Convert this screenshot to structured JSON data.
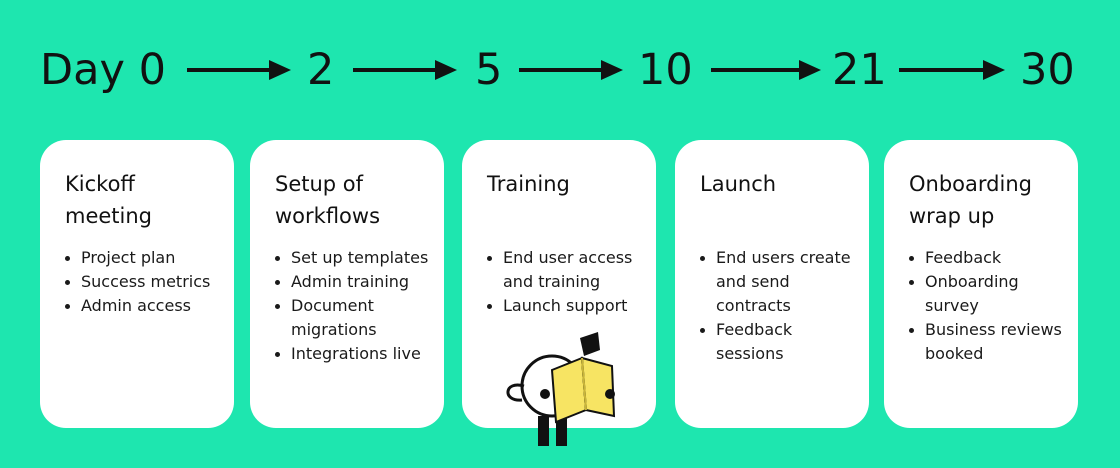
{
  "timeline": {
    "labels": [
      "Day 0",
      "2",
      "5",
      "10",
      "21",
      "30"
    ]
  },
  "cards": [
    {
      "title_line1": "Kickoff",
      "title_line2": "meeting",
      "items": [
        "Project plan",
        "Success metrics",
        "Admin access"
      ]
    },
    {
      "title_line1": "Setup of",
      "title_line2": "workflows",
      "items": [
        "Set up templates",
        "Admin training",
        "Document migrations",
        "Integrations live"
      ]
    },
    {
      "title_line1": "Training",
      "title_line2": "",
      "items": [
        "End user access and training",
        "Launch support"
      ]
    },
    {
      "title_line1": "Launch",
      "title_line2": "",
      "items": [
        "End users create and send contracts",
        "Feedback sessions"
      ]
    },
    {
      "title_line1": "Onboarding",
      "title_line2": "wrap up",
      "items": [
        "Feedback",
        "Onboarding survey",
        "Business reviews booked"
      ]
    }
  ],
  "colors": {
    "background": "#1ee6af",
    "card": "#ffffff",
    "text": "#111111",
    "book": "#f7e463"
  },
  "illustration": {
    "icon": "reading-character-icon"
  }
}
